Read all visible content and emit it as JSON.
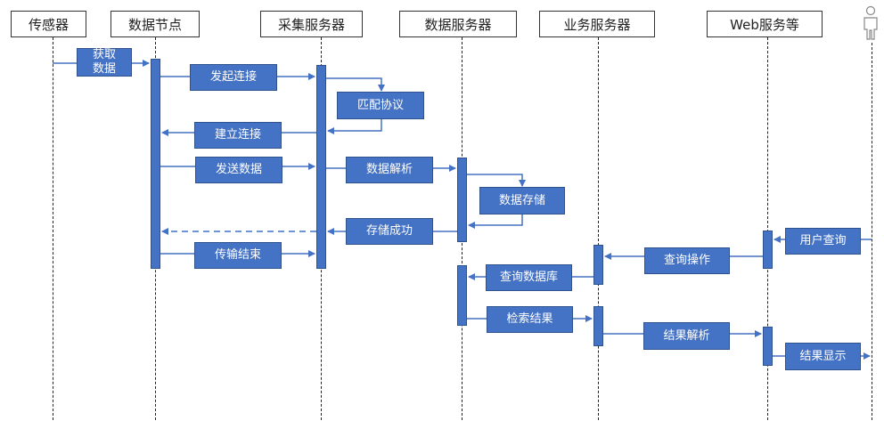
{
  "lanes": {
    "sensor": "传感器",
    "data_node": "数据节点",
    "collect_server": "采集服务器",
    "data_server": "数据服务器",
    "business_server": "业务服务器",
    "web_server": "Web服务等"
  },
  "messages": {
    "get_data": "获取数据",
    "start_connect": "发起连接",
    "match_protocol": "匹配协议",
    "establish_connect": "建立连接",
    "send_data": "发送数据",
    "parse_data": "数据解析",
    "store_data": "数据存储",
    "store_success": "存储成功",
    "transfer_end": "传输结束",
    "user_query": "用户查询",
    "query_op": "查询操作",
    "query_db": "查询数据库",
    "search_result": "检索结果",
    "result_parse": "结果解析",
    "result_show": "结果显示"
  },
  "colors": {
    "box_fill": "#4472c4",
    "box_border": "#2f528f",
    "arrow": "#4472c4"
  }
}
